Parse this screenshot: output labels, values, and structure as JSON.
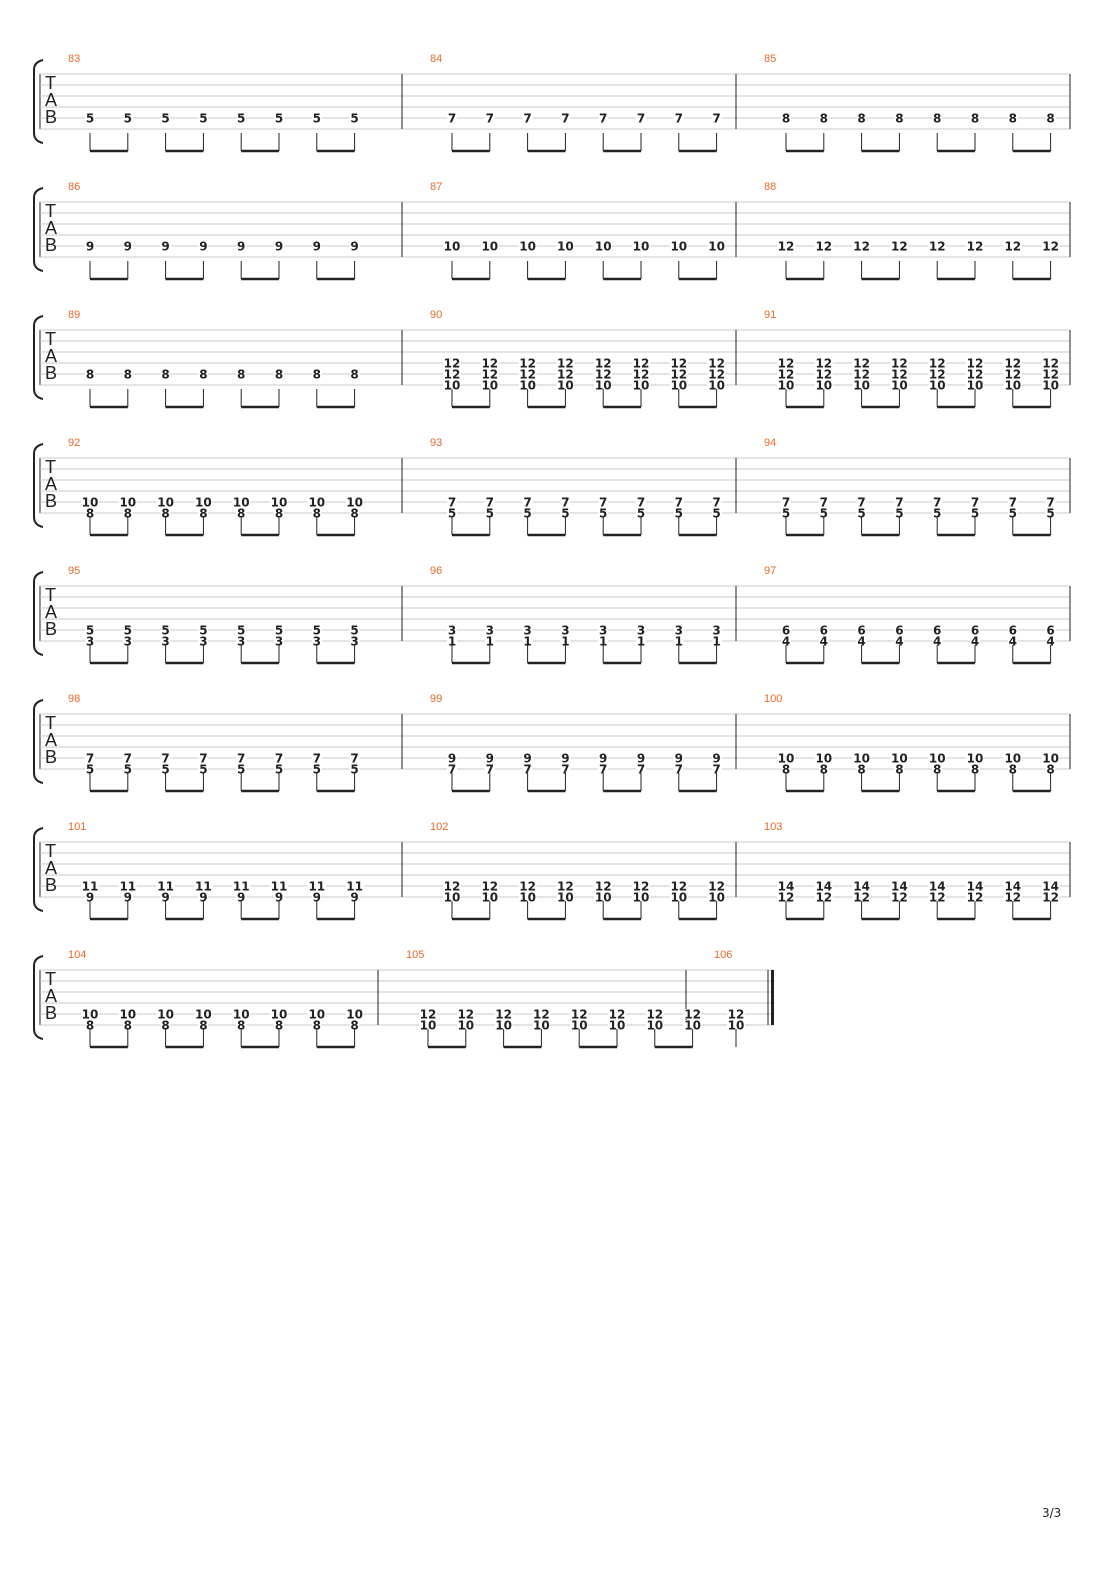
{
  "document": {
    "page_number": "3/3",
    "tab_clef": [
      "T",
      "A",
      "B"
    ],
    "systems": [
      {
        "measures": [
          {
            "number": "83",
            "beats": [
              [
                "5"
              ],
              [
                "5"
              ],
              [
                "5"
              ],
              [
                "5"
              ],
              [
                "5"
              ],
              [
                "5"
              ],
              [
                "5"
              ],
              [
                "5"
              ]
            ]
          },
          {
            "number": "84",
            "beats": [
              [
                "7"
              ],
              [
                "7"
              ],
              [
                "7"
              ],
              [
                "7"
              ],
              [
                "7"
              ],
              [
                "7"
              ],
              [
                "7"
              ],
              [
                "7"
              ]
            ]
          },
          {
            "number": "85",
            "beats": [
              [
                "8"
              ],
              [
                "8"
              ],
              [
                "8"
              ],
              [
                "8"
              ],
              [
                "8"
              ],
              [
                "8"
              ],
              [
                "8"
              ],
              [
                "8"
              ]
            ]
          }
        ]
      },
      {
        "measures": [
          {
            "number": "86",
            "beats": [
              [
                "9"
              ],
              [
                "9"
              ],
              [
                "9"
              ],
              [
                "9"
              ],
              [
                "9"
              ],
              [
                "9"
              ],
              [
                "9"
              ],
              [
                "9"
              ]
            ]
          },
          {
            "number": "87",
            "beats": [
              [
                "10"
              ],
              [
                "10"
              ],
              [
                "10"
              ],
              [
                "10"
              ],
              [
                "10"
              ],
              [
                "10"
              ],
              [
                "10"
              ],
              [
                "10"
              ]
            ]
          },
          {
            "number": "88",
            "beats": [
              [
                "12"
              ],
              [
                "12"
              ],
              [
                "12"
              ],
              [
                "12"
              ],
              [
                "12"
              ],
              [
                "12"
              ],
              [
                "12"
              ],
              [
                "12"
              ]
            ]
          }
        ]
      },
      {
        "measures": [
          {
            "number": "89",
            "beats": [
              [
                "8"
              ],
              [
                "8"
              ],
              [
                "8"
              ],
              [
                "8"
              ],
              [
                "8"
              ],
              [
                "8"
              ],
              [
                "8"
              ],
              [
                "8"
              ]
            ]
          },
          {
            "number": "90",
            "beats": [
              [
                "12",
                "12",
                "10"
              ],
              [
                "12",
                "12",
                "10"
              ],
              [
                "12",
                "12",
                "10"
              ],
              [
                "12",
                "12",
                "10"
              ],
              [
                "12",
                "12",
                "10"
              ],
              [
                "12",
                "12",
                "10"
              ],
              [
                "12",
                "12",
                "10"
              ],
              [
                "12",
                "12",
                "10"
              ]
            ]
          },
          {
            "number": "91",
            "beats": [
              [
                "12",
                "12",
                "10"
              ],
              [
                "12",
                "12",
                "10"
              ],
              [
                "12",
                "12",
                "10"
              ],
              [
                "12",
                "12",
                "10"
              ],
              [
                "12",
                "12",
                "10"
              ],
              [
                "12",
                "12",
                "10"
              ],
              [
                "12",
                "12",
                "10"
              ],
              [
                "12",
                "12",
                "10"
              ]
            ]
          }
        ]
      },
      {
        "measures": [
          {
            "number": "92",
            "beats": [
              [
                "10",
                "8"
              ],
              [
                "10",
                "8"
              ],
              [
                "10",
                "8"
              ],
              [
                "10",
                "8"
              ],
              [
                "10",
                "8"
              ],
              [
                "10",
                "8"
              ],
              [
                "10",
                "8"
              ],
              [
                "10",
                "8"
              ]
            ]
          },
          {
            "number": "93",
            "beats": [
              [
                "7",
                "5"
              ],
              [
                "7",
                "5"
              ],
              [
                "7",
                "5"
              ],
              [
                "7",
                "5"
              ],
              [
                "7",
                "5"
              ],
              [
                "7",
                "5"
              ],
              [
                "7",
                "5"
              ],
              [
                "7",
                "5"
              ]
            ]
          },
          {
            "number": "94",
            "beats": [
              [
                "7",
                "5"
              ],
              [
                "7",
                "5"
              ],
              [
                "7",
                "5"
              ],
              [
                "7",
                "5"
              ],
              [
                "7",
                "5"
              ],
              [
                "7",
                "5"
              ],
              [
                "7",
                "5"
              ],
              [
                "7",
                "5"
              ]
            ]
          }
        ]
      },
      {
        "measures": [
          {
            "number": "95",
            "beats": [
              [
                "5",
                "3"
              ],
              [
                "5",
                "3"
              ],
              [
                "5",
                "3"
              ],
              [
                "5",
                "3"
              ],
              [
                "5",
                "3"
              ],
              [
                "5",
                "3"
              ],
              [
                "5",
                "3"
              ],
              [
                "5",
                "3"
              ]
            ]
          },
          {
            "number": "96",
            "beats": [
              [
                "3",
                "1"
              ],
              [
                "3",
                "1"
              ],
              [
                "3",
                "1"
              ],
              [
                "3",
                "1"
              ],
              [
                "3",
                "1"
              ],
              [
                "3",
                "1"
              ],
              [
                "3",
                "1"
              ],
              [
                "3",
                "1"
              ]
            ]
          },
          {
            "number": "97",
            "beats": [
              [
                "6",
                "4"
              ],
              [
                "6",
                "4"
              ],
              [
                "6",
                "4"
              ],
              [
                "6",
                "4"
              ],
              [
                "6",
                "4"
              ],
              [
                "6",
                "4"
              ],
              [
                "6",
                "4"
              ],
              [
                "6",
                "4"
              ]
            ]
          }
        ]
      },
      {
        "measures": [
          {
            "number": "98",
            "beats": [
              [
                "7",
                "5"
              ],
              [
                "7",
                "5"
              ],
              [
                "7",
                "5"
              ],
              [
                "7",
                "5"
              ],
              [
                "7",
                "5"
              ],
              [
                "7",
                "5"
              ],
              [
                "7",
                "5"
              ],
              [
                "7",
                "5"
              ]
            ]
          },
          {
            "number": "99",
            "beats": [
              [
                "9",
                "7"
              ],
              [
                "9",
                "7"
              ],
              [
                "9",
                "7"
              ],
              [
                "9",
                "7"
              ],
              [
                "9",
                "7"
              ],
              [
                "9",
                "7"
              ],
              [
                "9",
                "7"
              ],
              [
                "9",
                "7"
              ]
            ]
          },
          {
            "number": "100",
            "beats": [
              [
                "10",
                "8"
              ],
              [
                "10",
                "8"
              ],
              [
                "10",
                "8"
              ],
              [
                "10",
                "8"
              ],
              [
                "10",
                "8"
              ],
              [
                "10",
                "8"
              ],
              [
                "10",
                "8"
              ],
              [
                "10",
                "8"
              ]
            ]
          }
        ]
      },
      {
        "measures": [
          {
            "number": "101",
            "beats": [
              [
                "11",
                "9"
              ],
              [
                "11",
                "9"
              ],
              [
                "11",
                "9"
              ],
              [
                "11",
                "9"
              ],
              [
                "11",
                "9"
              ],
              [
                "11",
                "9"
              ],
              [
                "11",
                "9"
              ],
              [
                "11",
                "9"
              ]
            ]
          },
          {
            "number": "102",
            "beats": [
              [
                "12",
                "10"
              ],
              [
                "12",
                "10"
              ],
              [
                "12",
                "10"
              ],
              [
                "12",
                "10"
              ],
              [
                "12",
                "10"
              ],
              [
                "12",
                "10"
              ],
              [
                "12",
                "10"
              ],
              [
                "12",
                "10"
              ]
            ]
          },
          {
            "number": "103",
            "beats": [
              [
                "14",
                "12"
              ],
              [
                "14",
                "12"
              ],
              [
                "14",
                "12"
              ],
              [
                "14",
                "12"
              ],
              [
                "14",
                "12"
              ],
              [
                "14",
                "12"
              ],
              [
                "14",
                "12"
              ],
              [
                "14",
                "12"
              ]
            ]
          }
        ]
      },
      {
        "final": true,
        "measures": [
          {
            "number": "104",
            "beats": [
              [
                "10",
                "8"
              ],
              [
                "10",
                "8"
              ],
              [
                "10",
                "8"
              ],
              [
                "10",
                "8"
              ],
              [
                "10",
                "8"
              ],
              [
                "10",
                "8"
              ],
              [
                "10",
                "8"
              ],
              [
                "10",
                "8"
              ]
            ]
          },
          {
            "number": "105",
            "beats": [
              [
                "12",
                "10"
              ],
              [
                "12",
                "10"
              ],
              [
                "12",
                "10"
              ],
              [
                "12",
                "10"
              ],
              [
                "12",
                "10"
              ],
              [
                "12",
                "10"
              ],
              [
                "12",
                "10"
              ],
              [
                "12",
                "10"
              ]
            ]
          },
          {
            "number": "106",
            "beats": [
              [
                "12",
                "10"
              ]
            ]
          }
        ]
      }
    ]
  },
  "colors": {
    "measure_number": "#e8682a",
    "staff_line": "#c8c8c8",
    "ink": "#222222"
  }
}
